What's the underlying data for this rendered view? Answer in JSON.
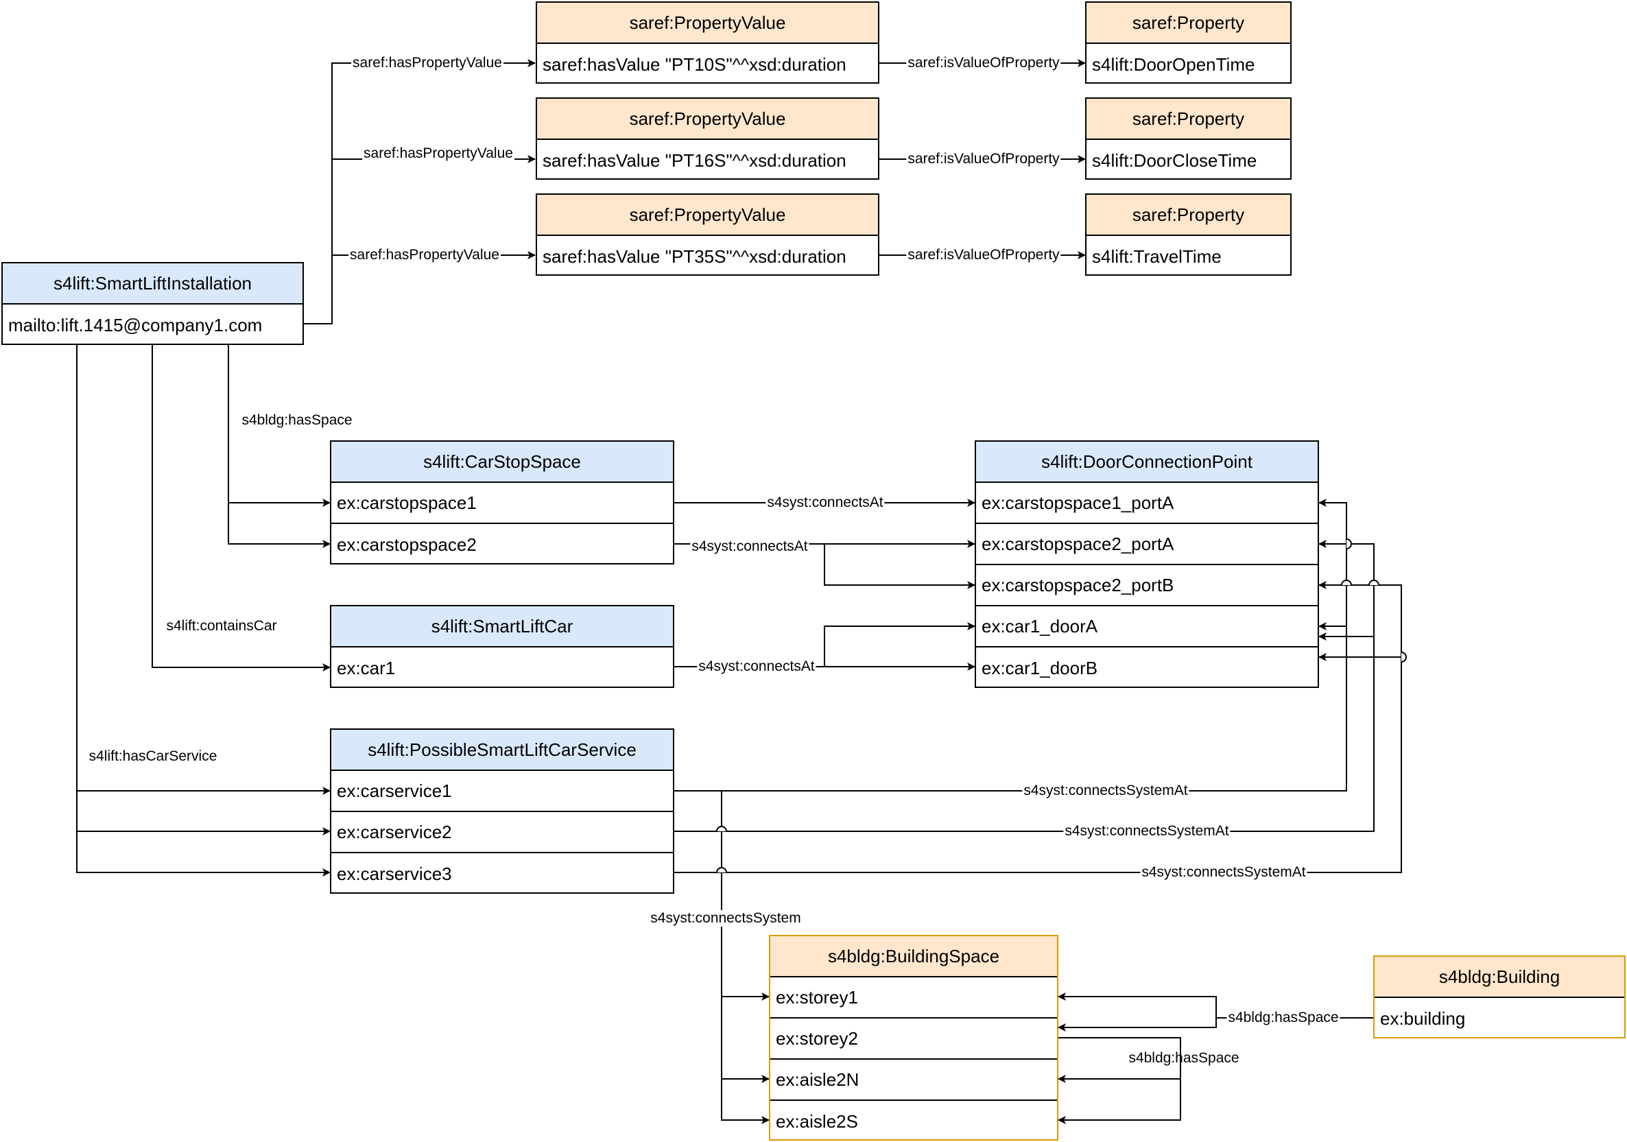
{
  "nodes": {
    "smartLiftInstallation": {
      "title": "s4lift:SmartLiftInstallation",
      "rows": [
        "mailto:lift.1415@company1.com"
      ]
    },
    "pv1": {
      "title": "saref:PropertyValue",
      "rows": [
        "saref:hasValue \"PT10S\"^^xsd:duration"
      ]
    },
    "pv2": {
      "title": "saref:PropertyValue",
      "rows": [
        "saref:hasValue \"PT16S\"^^xsd:duration"
      ]
    },
    "pv3": {
      "title": "saref:PropertyValue",
      "rows": [
        "saref:hasValue \"PT35S\"^^xsd:duration"
      ]
    },
    "prop1": {
      "title": "saref:Property",
      "rows": [
        "s4lift:DoorOpenTime"
      ]
    },
    "prop2": {
      "title": "saref:Property",
      "rows": [
        "s4lift:DoorCloseTime"
      ]
    },
    "prop3": {
      "title": "saref:Property",
      "rows": [
        "s4lift:TravelTime"
      ]
    },
    "carStopSpace": {
      "title": "s4lift:CarStopSpace",
      "rows": [
        "ex:carstopspace1",
        "ex:carstopspace2"
      ]
    },
    "doorConnectionPoint": {
      "title": "s4lift:DoorConnectionPoint",
      "rows": [
        "ex:carstopspace1_portA",
        "ex:carstopspace2_portA",
        "ex:carstopspace2_portB",
        "ex:car1_doorA",
        "ex:car1_doorB"
      ]
    },
    "smartLiftCar": {
      "title": "s4lift:SmartLiftCar",
      "rows": [
        "ex:car1"
      ]
    },
    "carService": {
      "title": "s4lift:PossibleSmartLiftCarService",
      "rows": [
        "ex:carservice1",
        "ex:carservice2",
        "ex:carservice3"
      ]
    },
    "buildingSpace": {
      "title": "s4bldg:BuildingSpace",
      "rows": [
        "ex:storey1",
        "ex:storey2",
        "ex:aisle2N",
        "ex:aisle2S"
      ]
    },
    "building": {
      "title": "s4bldg:Building",
      "rows": [
        "ex:building"
      ]
    }
  },
  "edge_labels": {
    "hasPropertyValue1": "saref:hasPropertyValue",
    "hasPropertyValue2": "saref:hasPropertyValue",
    "hasPropertyValue3": "saref:hasPropertyValue",
    "isValueOfProperty1": "saref:isValueOfProperty",
    "isValueOfProperty2": "saref:isValueOfProperty",
    "isValueOfProperty3": "saref:isValueOfProperty",
    "hasSpace": "s4bldg:hasSpace",
    "connectsAt1": "s4syst:connectsAt",
    "connectsAt2": "s4syst:connectsAt",
    "containsCar": "s4lift:containsCar",
    "connectsAt3": "s4syst:connectsAt",
    "hasCarService": "s4lift:hasCarService",
    "connectsSystemAt1": "s4syst:connectsSystemAt",
    "connectsSystemAt2": "s4syst:connectsSystemAt",
    "connectsSystemAt3": "s4syst:connectsSystemAt",
    "connectsSystem": "s4syst:connectsSystem",
    "buildingHasSpace": "s4bldg:hasSpace",
    "storeyHasSpace": "s4bldg:hasSpace"
  },
  "colors": {
    "blue_header": "#dae8fc",
    "orange_header": "#ffe6cc",
    "orange_border": "#d79b00",
    "line": "#000000"
  }
}
